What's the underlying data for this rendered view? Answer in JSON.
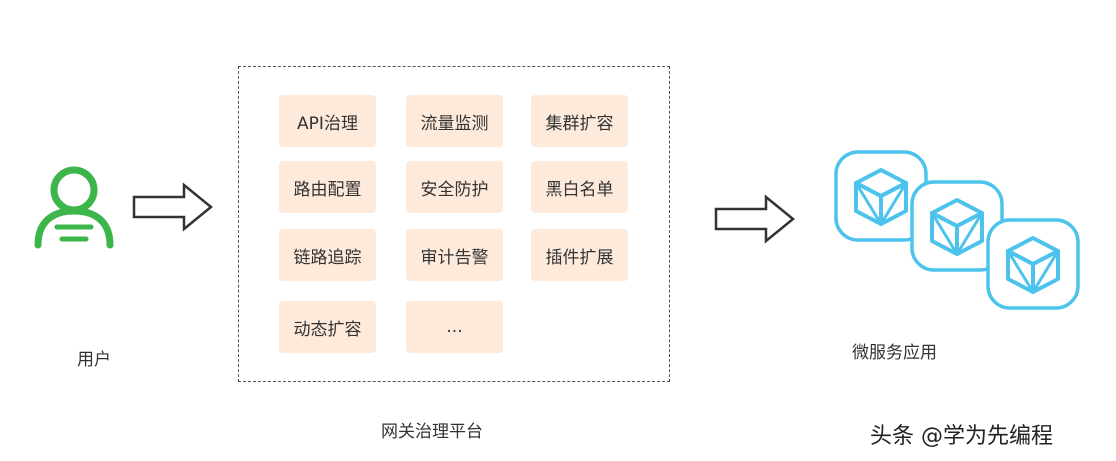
{
  "user_label": "用户",
  "gateway_label": "网关治理平台",
  "features": [
    "API治理",
    "流量监测",
    "集群扩容",
    "路由配置",
    "安全防护",
    "黑白名单",
    "链路追踪",
    "审计告警",
    "插件扩展",
    "动态扩容",
    "..."
  ],
  "microservices_label": "微服务应用",
  "watermark": "头条 @学为先编程",
  "colors": {
    "user_icon": "#3cb54a",
    "cube_icon": "#4cc3ec",
    "feature_bg": "#fdeadb"
  }
}
